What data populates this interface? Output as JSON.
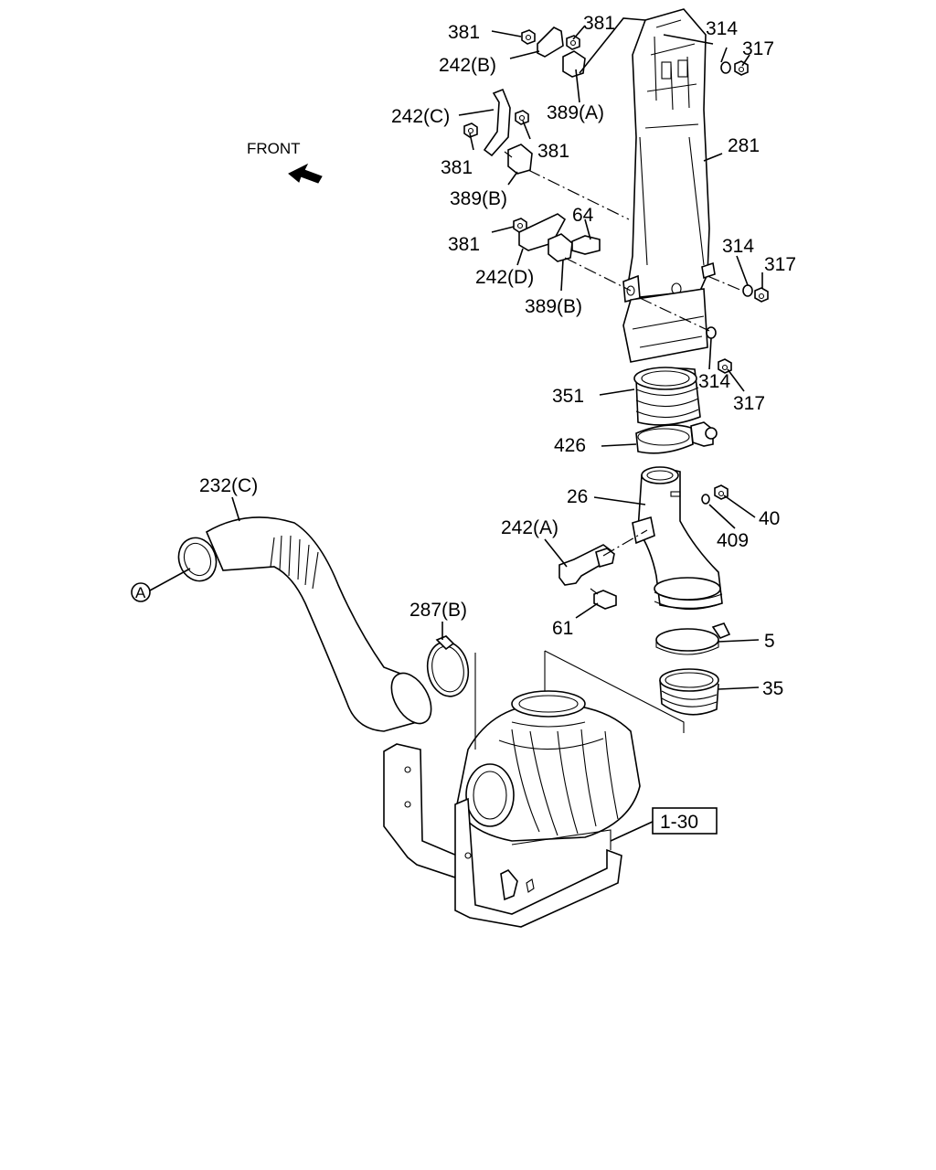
{
  "orientation": {
    "label": "FRONT"
  },
  "callouts": [
    "381",
    "381",
    "242(B)",
    "389(A)",
    "314",
    "317",
    "242(C)",
    "381",
    "381",
    "389(B)",
    "281",
    "381",
    "64",
    "242(D)",
    "389(B)",
    "314",
    "317",
    "314",
    "317",
    "351",
    "426",
    "232(C)",
    "26",
    "40",
    "409",
    "242(A)",
    "61",
    "287(B)",
    "5",
    "35"
  ],
  "reference_marker": "A",
  "reference_box": "1-30",
  "colors": {
    "line": "#000000",
    "background": "#ffffff"
  }
}
